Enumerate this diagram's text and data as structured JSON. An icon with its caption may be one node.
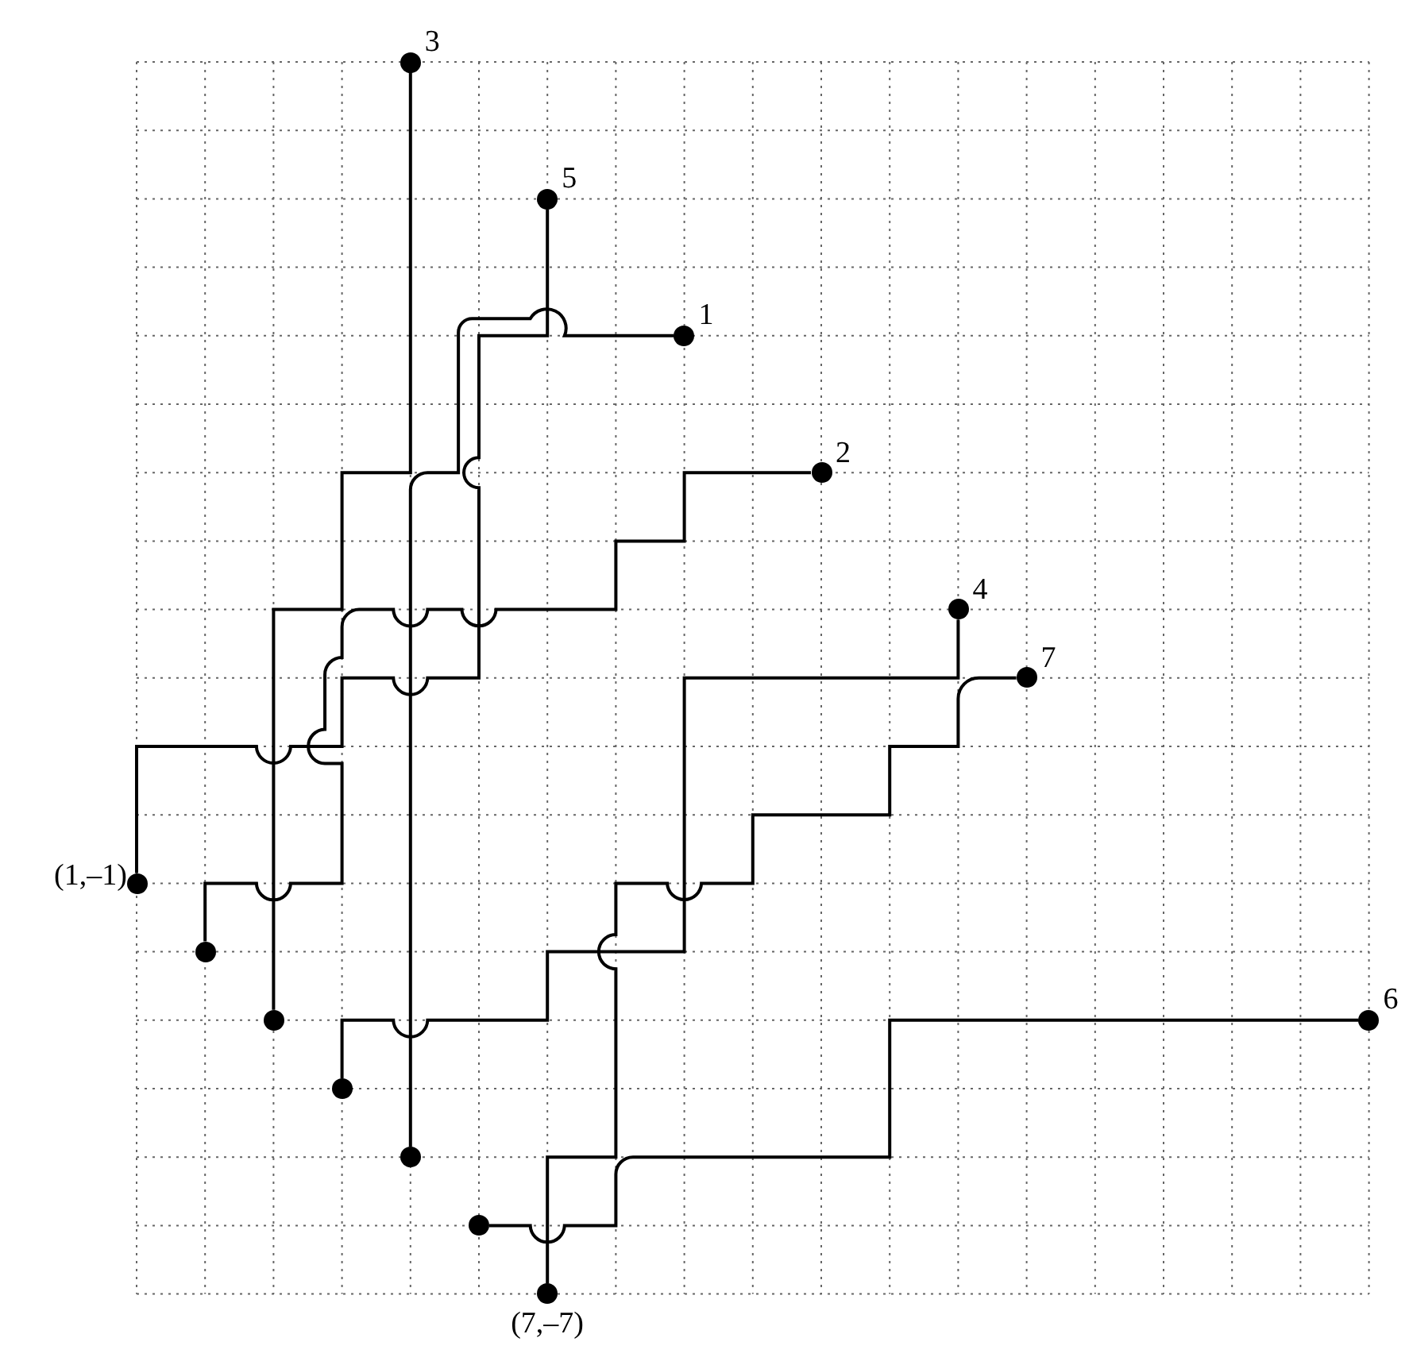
{
  "diagram": {
    "nodes": [
      {
        "text": [],
        "shape": "circle",
        "beside": [
          "3"
        ]
      },
      {
        "text": [],
        "shape": "circle",
        "beside": [
          "5"
        ]
      },
      {
        "text": [],
        "shape": "circle",
        "beside": [
          "1"
        ]
      },
      {
        "text": [],
        "shape": "circle",
        "beside": [
          "2"
        ]
      },
      {
        "text": [],
        "shape": "circle",
        "beside": [
          "4"
        ]
      },
      {
        "text": [],
        "shape": "circle",
        "beside": [
          "7"
        ]
      },
      {
        "text": [],
        "shape": "circle",
        "beside": [
          "6"
        ]
      },
      {
        "text": [],
        "shape": "circle",
        "beside": [
          "(1,–1)"
        ]
      },
      {
        "text": [],
        "shape": "circle"
      },
      {
        "text": [],
        "shape": "circle"
      },
      {
        "text": [],
        "shape": "circle"
      },
      {
        "text": [],
        "shape": "circle"
      },
      {
        "text": [],
        "shape": "circle"
      },
      {
        "text": [],
        "shape": "circle",
        "beside": [
          "(7,–7)"
        ]
      }
    ],
    "edges": [
      {
        "from": 7,
        "to": 1,
        "arrow": "none"
      },
      {
        "from": 8,
        "to": 3,
        "arrow": "none"
      },
      {
        "from": 9,
        "to": 0,
        "arrow": "none"
      },
      {
        "from": 10,
        "to": 4,
        "arrow": "none"
      },
      {
        "from": 11,
        "to": 2,
        "arrow": "none"
      },
      {
        "from": 12,
        "to": 6,
        "arrow": "none"
      },
      {
        "from": 13,
        "to": 5,
        "arrow": "none"
      }
    ]
  }
}
